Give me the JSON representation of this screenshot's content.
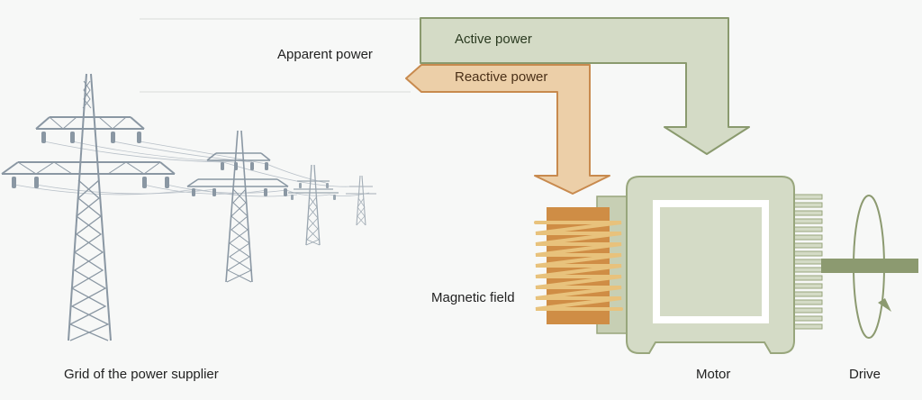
{
  "labels": {
    "apparent_power": "Apparent power",
    "active_power": "Active power",
    "reactive_power": "Reactive power",
    "magnetic_field": "Magnetic field",
    "grid": "Grid of the power supplier",
    "motor": "Motor",
    "drive": "Drive"
  },
  "colors": {
    "background": "#f7f8f7",
    "active_fill": "#d4dbc6",
    "active_stroke": "#8a9a6e",
    "reactive_fill": "#eccfa8",
    "reactive_stroke": "#c88a4e",
    "tower": "#8a97a3",
    "motor_fill": "#d4dbc6",
    "motor_stroke": "#98a67c",
    "coil_core": "#cf8d45",
    "coil_wire": "#e8c27c",
    "shaft": "#8c9a70"
  }
}
